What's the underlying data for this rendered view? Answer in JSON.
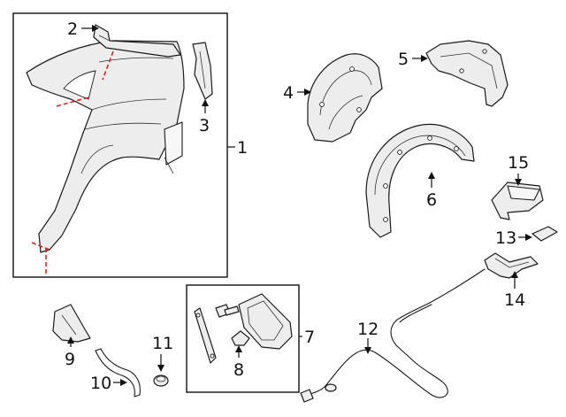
{
  "callouts": [
    {
      "id": "c1",
      "text": "1"
    },
    {
      "id": "c2",
      "text": "2"
    },
    {
      "id": "c3",
      "text": "3"
    },
    {
      "id": "c4",
      "text": "4"
    },
    {
      "id": "c5",
      "text": "5"
    },
    {
      "id": "c6",
      "text": "6"
    },
    {
      "id": "c7",
      "text": "7"
    },
    {
      "id": "c8",
      "text": "8"
    },
    {
      "id": "c9",
      "text": "9"
    },
    {
      "id": "c10",
      "text": "10"
    },
    {
      "id": "c11",
      "text": "11"
    },
    {
      "id": "c12",
      "text": "12"
    },
    {
      "id": "c13",
      "text": "13"
    },
    {
      "id": "c14",
      "text": "14"
    },
    {
      "id": "c15",
      "text": "15"
    }
  ],
  "colors": {
    "line": "#1a1a1a",
    "part_fill": "#ededed",
    "cut_line": "#e0201b"
  }
}
